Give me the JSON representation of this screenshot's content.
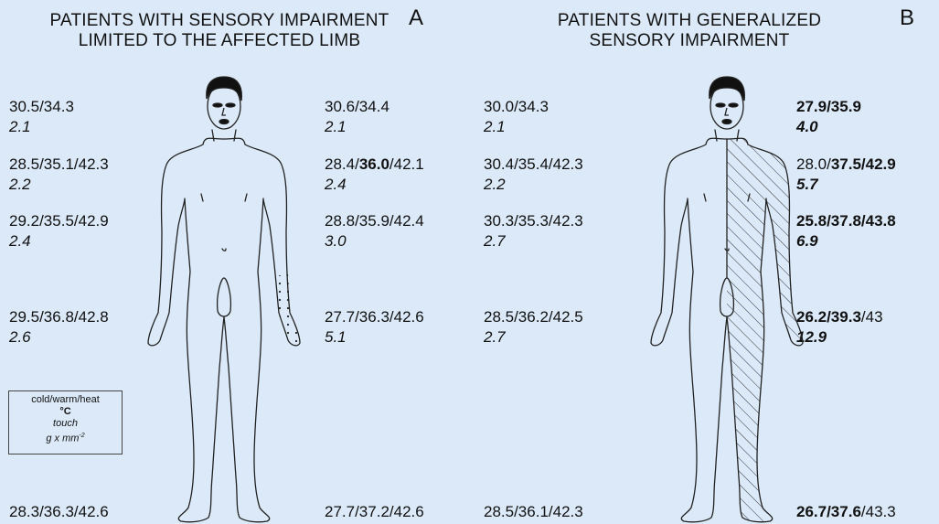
{
  "panel_a": {
    "title_line1": "PATIENTS WITH SENSORY IMPAIRMENT",
    "title_line2": "LIMITED TO THE AFFECTED LIMB",
    "letter": "A",
    "left": [
      {
        "ratio": [
          {
            "t": "30.5/34.3",
            "b": false
          }
        ],
        "touch": "2.1"
      },
      {
        "ratio": [
          {
            "t": "28.5/35.1/42.3",
            "b": false
          }
        ],
        "touch": "2.2"
      },
      {
        "ratio": [
          {
            "t": "29.2/35.5/42.9",
            "b": false
          }
        ],
        "touch": "2.4"
      },
      {
        "ratio": [
          {
            "t": "29.5/36.8/42.8",
            "b": false
          }
        ],
        "touch": "2.6"
      },
      {
        "ratio": [
          {
            "t": "28.3/36.3/42.6",
            "b": false
          }
        ],
        "touch": ""
      }
    ],
    "right": [
      {
        "ratio": [
          {
            "t": "30.6/34.4",
            "b": false
          }
        ],
        "touch": "2.1"
      },
      {
        "ratio": [
          {
            "t": "28.4/",
            "b": false
          },
          {
            "t": "36.0",
            "b": true
          },
          {
            "t": "/42.1",
            "b": false
          }
        ],
        "touch": "2.4"
      },
      {
        "ratio": [
          {
            "t": "28.8/35.9/42.4",
            "b": false
          }
        ],
        "touch": "3.0"
      },
      {
        "ratio": [
          {
            "t": "27.7/36.3/42.6",
            "b": false
          }
        ],
        "touch": "5.1"
      },
      {
        "ratio": [
          {
            "t": "27.7/37.2/42.6",
            "b": false
          }
        ],
        "touch": ""
      }
    ]
  },
  "panel_b": {
    "title_line1": "PATIENTS WITH GENERALIZED",
    "title_line2": "SENSORY IMPAIRMENT",
    "letter": "B",
    "left": [
      {
        "ratio": [
          {
            "t": "30.0/34.3",
            "b": false
          }
        ],
        "touch": "2.1"
      },
      {
        "ratio": [
          {
            "t": "30.4/35.4/42.3",
            "b": false
          }
        ],
        "touch": "2.2"
      },
      {
        "ratio": [
          {
            "t": "30.3/35.3/42.3",
            "b": false
          }
        ],
        "touch": "2.7"
      },
      {
        "ratio": [
          {
            "t": "28.5/36.2/42.5",
            "b": false
          }
        ],
        "touch": "2.7"
      },
      {
        "ratio": [
          {
            "t": "28.5/36.1/42.3",
            "b": false
          }
        ],
        "touch": ""
      }
    ],
    "right": [
      {
        "ratio": [
          {
            "t": "27.9/35.9",
            "b": true
          }
        ],
        "touch": "4.0",
        "touch_bold": true
      },
      {
        "ratio": [
          {
            "t": "28.0/",
            "b": false
          },
          {
            "t": "37.5/42.9",
            "b": true
          }
        ],
        "touch": "5.7",
        "touch_bold": true
      },
      {
        "ratio": [
          {
            "t": "25.8/37.8/43.8",
            "b": true
          }
        ],
        "touch": "6.9",
        "touch_bold": true
      },
      {
        "ratio": [
          {
            "t": "26.2/39.3",
            "b": true
          },
          {
            "t": "/43",
            "b": false
          }
        ],
        "touch": "12.9",
        "touch_bold": true
      },
      {
        "ratio": [
          {
            "t": "26.7/37.6",
            "b": true
          },
          {
            "t": "/43.3",
            "b": false
          }
        ],
        "touch": ""
      }
    ]
  },
  "legend": {
    "line1": "cold/warm/heat",
    "line2": "°C",
    "line3": "touch",
    "line4": "g x mm",
    "line4_sup": "-2"
  },
  "colors": {
    "background": "#dbe9f8",
    "ink": "#111111"
  }
}
